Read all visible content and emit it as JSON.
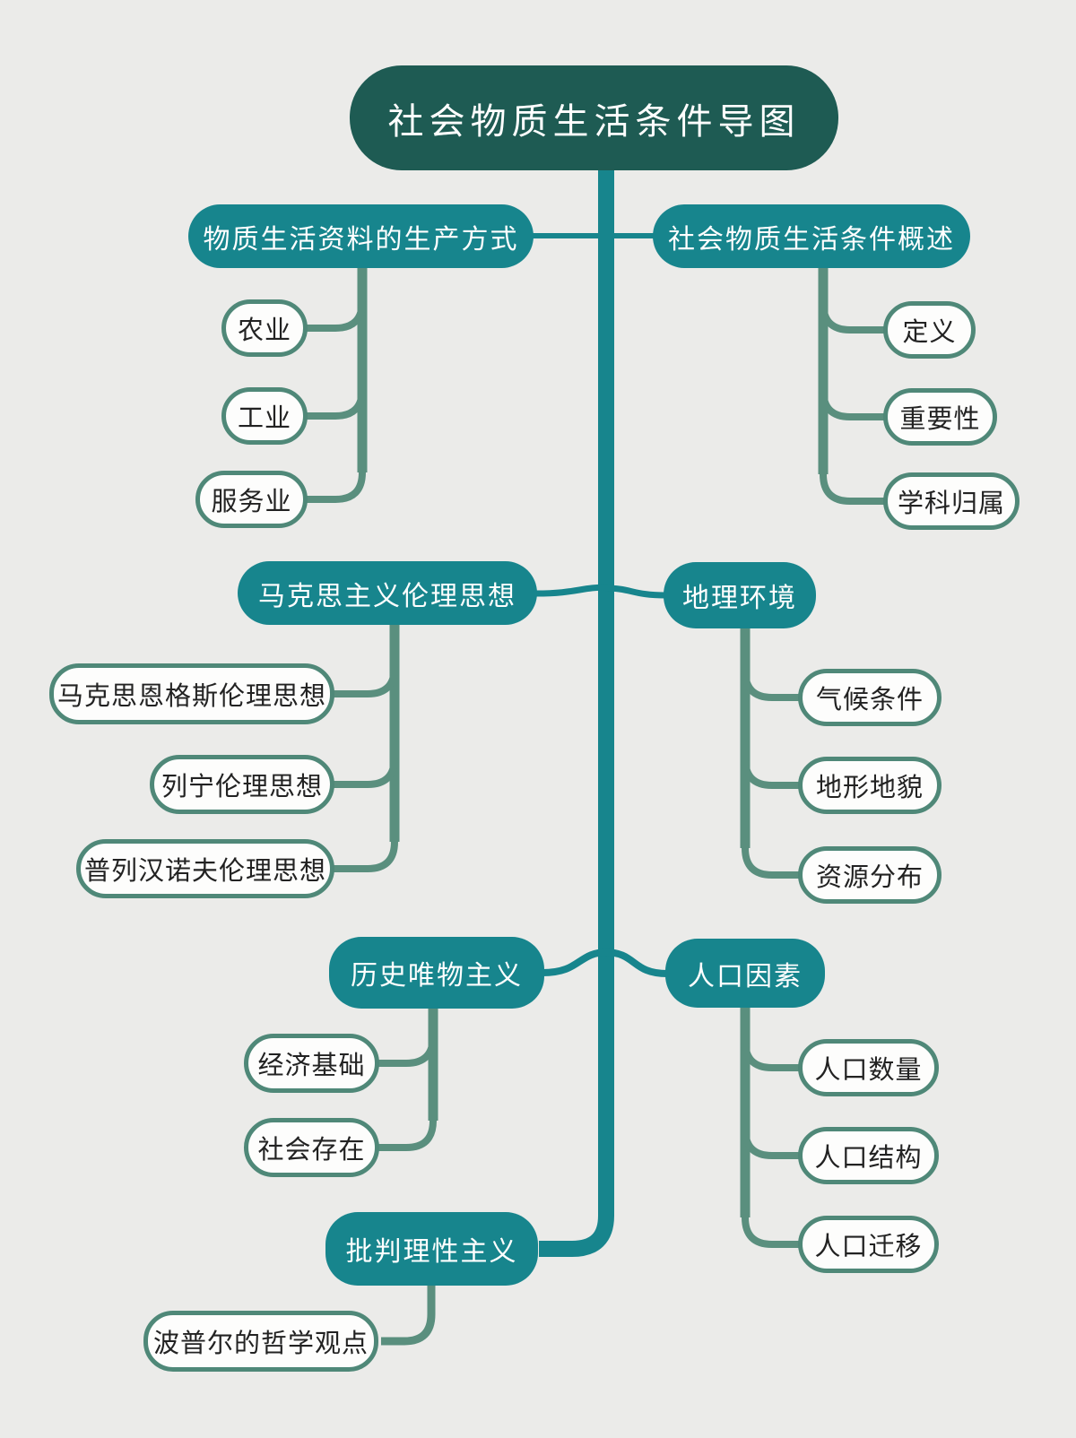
{
  "title": "社会物质生活条件导图",
  "colors": {
    "background": "#ebebe9",
    "root_fill": "#1e5b53",
    "branch_fill": "#17858d",
    "connector_teal": "#17858d",
    "connector_sage": "#5a8f7e",
    "leaf_border": "#4f8878",
    "leaf_fill": "#fdfdfc",
    "leaf_text": "#222222",
    "node_text": "#ffffff"
  },
  "branches": [
    {
      "label": "物质生活资料的生产方式",
      "side": "left",
      "children": [
        {
          "label": "农业"
        },
        {
          "label": "工业"
        },
        {
          "label": "服务业"
        }
      ]
    },
    {
      "label": "社会物质生活条件概述",
      "side": "right",
      "children": [
        {
          "label": "定义"
        },
        {
          "label": "重要性"
        },
        {
          "label": "学科归属"
        }
      ]
    },
    {
      "label": "马克思主义伦理思想",
      "side": "left",
      "children": [
        {
          "label": "马克思恩格斯伦理思想"
        },
        {
          "label": "列宁伦理思想"
        },
        {
          "label": "普列汉诺夫伦理思想"
        }
      ]
    },
    {
      "label": "地理环境",
      "side": "right",
      "children": [
        {
          "label": "气候条件"
        },
        {
          "label": "地形地貌"
        },
        {
          "label": "资源分布"
        }
      ]
    },
    {
      "label": "历史唯物主义",
      "side": "left",
      "children": [
        {
          "label": "经济基础"
        },
        {
          "label": "社会存在"
        }
      ]
    },
    {
      "label": "人口因素",
      "side": "right",
      "children": [
        {
          "label": "人口数量"
        },
        {
          "label": "人口结构"
        },
        {
          "label": "人口迁移"
        }
      ]
    },
    {
      "label": "批判理性主义",
      "side": "left",
      "children": [
        {
          "label": "波普尔的哲学观点"
        }
      ]
    }
  ]
}
